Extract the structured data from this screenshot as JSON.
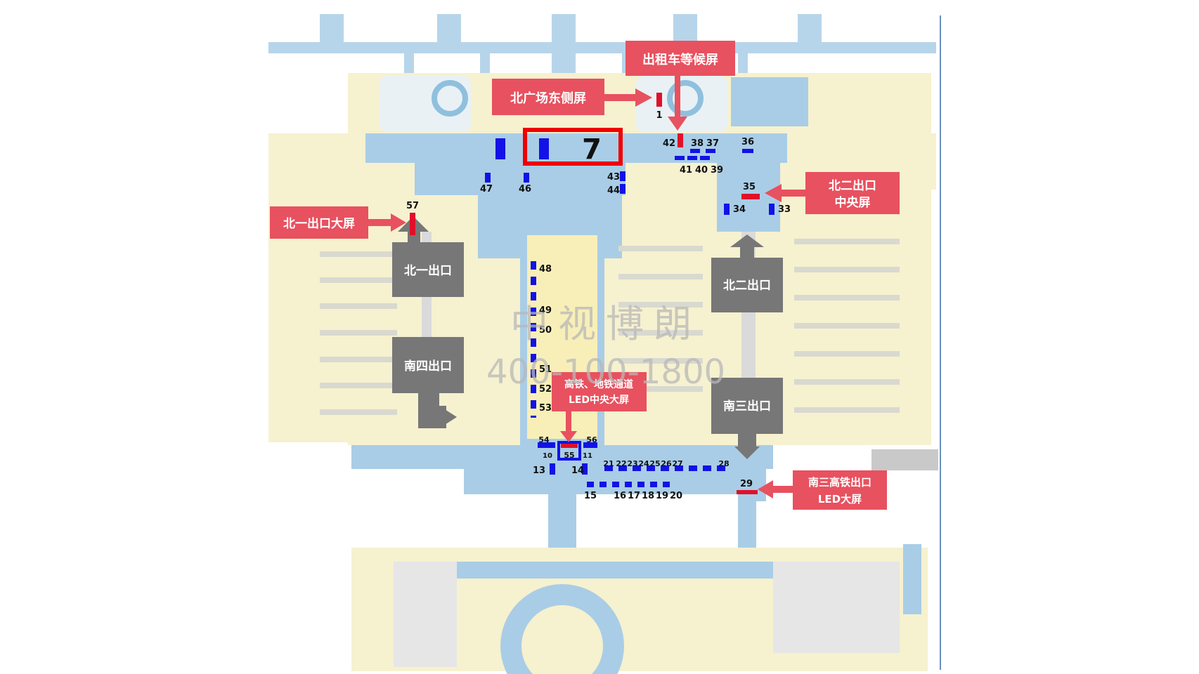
{
  "map": {
    "colors": {
      "land": "#f6f1cf",
      "corridor": "#a9cde6",
      "road": "#b7d5ea",
      "callout": "#e8515f",
      "exit": "#777777",
      "screen_blue": "#1212e6",
      "screen_red": "#e0102a",
      "highlight": "#ee0000"
    },
    "highlight_label": "7",
    "callouts": {
      "taxi": "出租车等候屏",
      "north_plaza_east": "北广场东侧屏",
      "north_two_center_1": "北二出口",
      "north_two_center_2": "中央屏",
      "north_one": "北一出口大屏",
      "hsr_metro_1": "高铁、地铁通道",
      "hsr_metro_2": "LED中央大屏",
      "south_three_1": "南三高铁出口",
      "south_three_2": "LED大屏"
    },
    "exits": {
      "north_one": "北一出口",
      "south_four": "南四出口",
      "north_two": "北二出口",
      "south_three": "南三出口"
    },
    "screen_numbers": {
      "n1": "1",
      "n42": "42",
      "n38": "38",
      "n37": "37",
      "n36": "36",
      "n41": "41",
      "n40": "40",
      "n39": "39",
      "n35": "35",
      "n34": "34",
      "n33": "33",
      "n47": "47",
      "n46": "46",
      "n43": "43",
      "n44": "44",
      "n57": "57",
      "n48": "48",
      "n49": "49",
      "n50": "50",
      "n51": "51",
      "n52": "52",
      "n53": "53",
      "n54": "54",
      "n55": "55",
      "n56": "56",
      "n10": "10",
      "n11": "11",
      "n13": "13",
      "n14": "14",
      "n15": "15",
      "n16": "16",
      "n17": "17",
      "n18": "18",
      "n19": "19",
      "n20": "20",
      "n21": "21",
      "n22": "22",
      "n23": "23",
      "n24": "24",
      "n25": "25",
      "n26": "26",
      "n27": "27",
      "n28": "28",
      "n29": "29"
    },
    "watermark": {
      "line1": "中视博朗",
      "line2": "400-100-1800"
    }
  }
}
